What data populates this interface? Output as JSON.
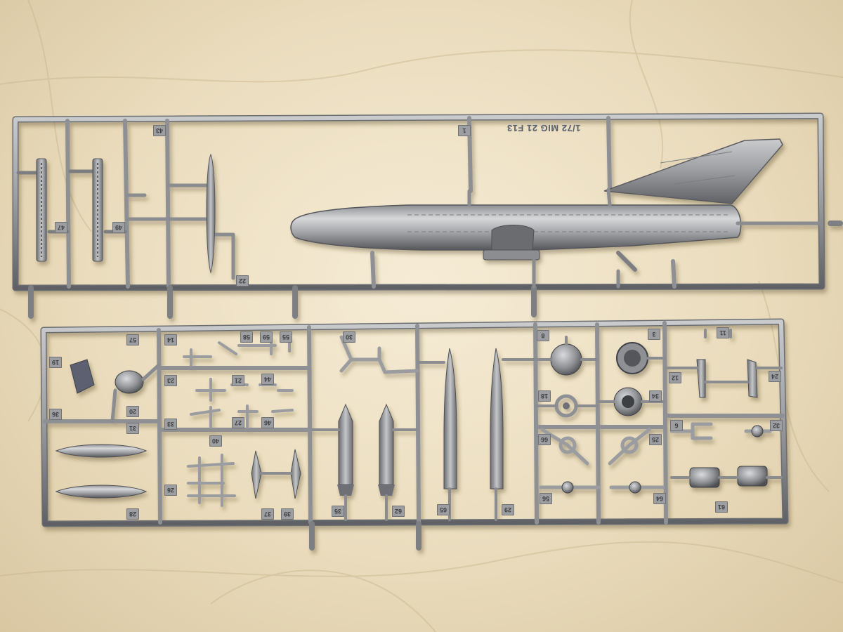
{
  "photo": {
    "subject": "",
    "colors": {
      "paper": "#ecdfc2",
      "plastic": "#9a9ca0",
      "plastic_dark": "#5e6064",
      "plastic_light": "#d2d4d6"
    }
  },
  "sprue_top": {
    "mold_label": "1/72 MIG 21 F13",
    "part_numbers": [
      "43",
      "47",
      "49",
      "22",
      "1"
    ]
  },
  "sprue_bottom": {
    "part_numbers": [
      "57",
      "14",
      "58",
      "59",
      "55",
      "30",
      "8",
      "3",
      "11",
      "19",
      "36",
      "23",
      "21",
      "44",
      "12",
      "24",
      "20",
      "18",
      "27",
      "46",
      "33",
      "31",
      "26",
      "40",
      "34",
      "66",
      "6",
      "32",
      "25",
      "28",
      "37",
      "39",
      "35",
      "62",
      "65",
      "29",
      "56",
      "64",
      "61"
    ]
  }
}
